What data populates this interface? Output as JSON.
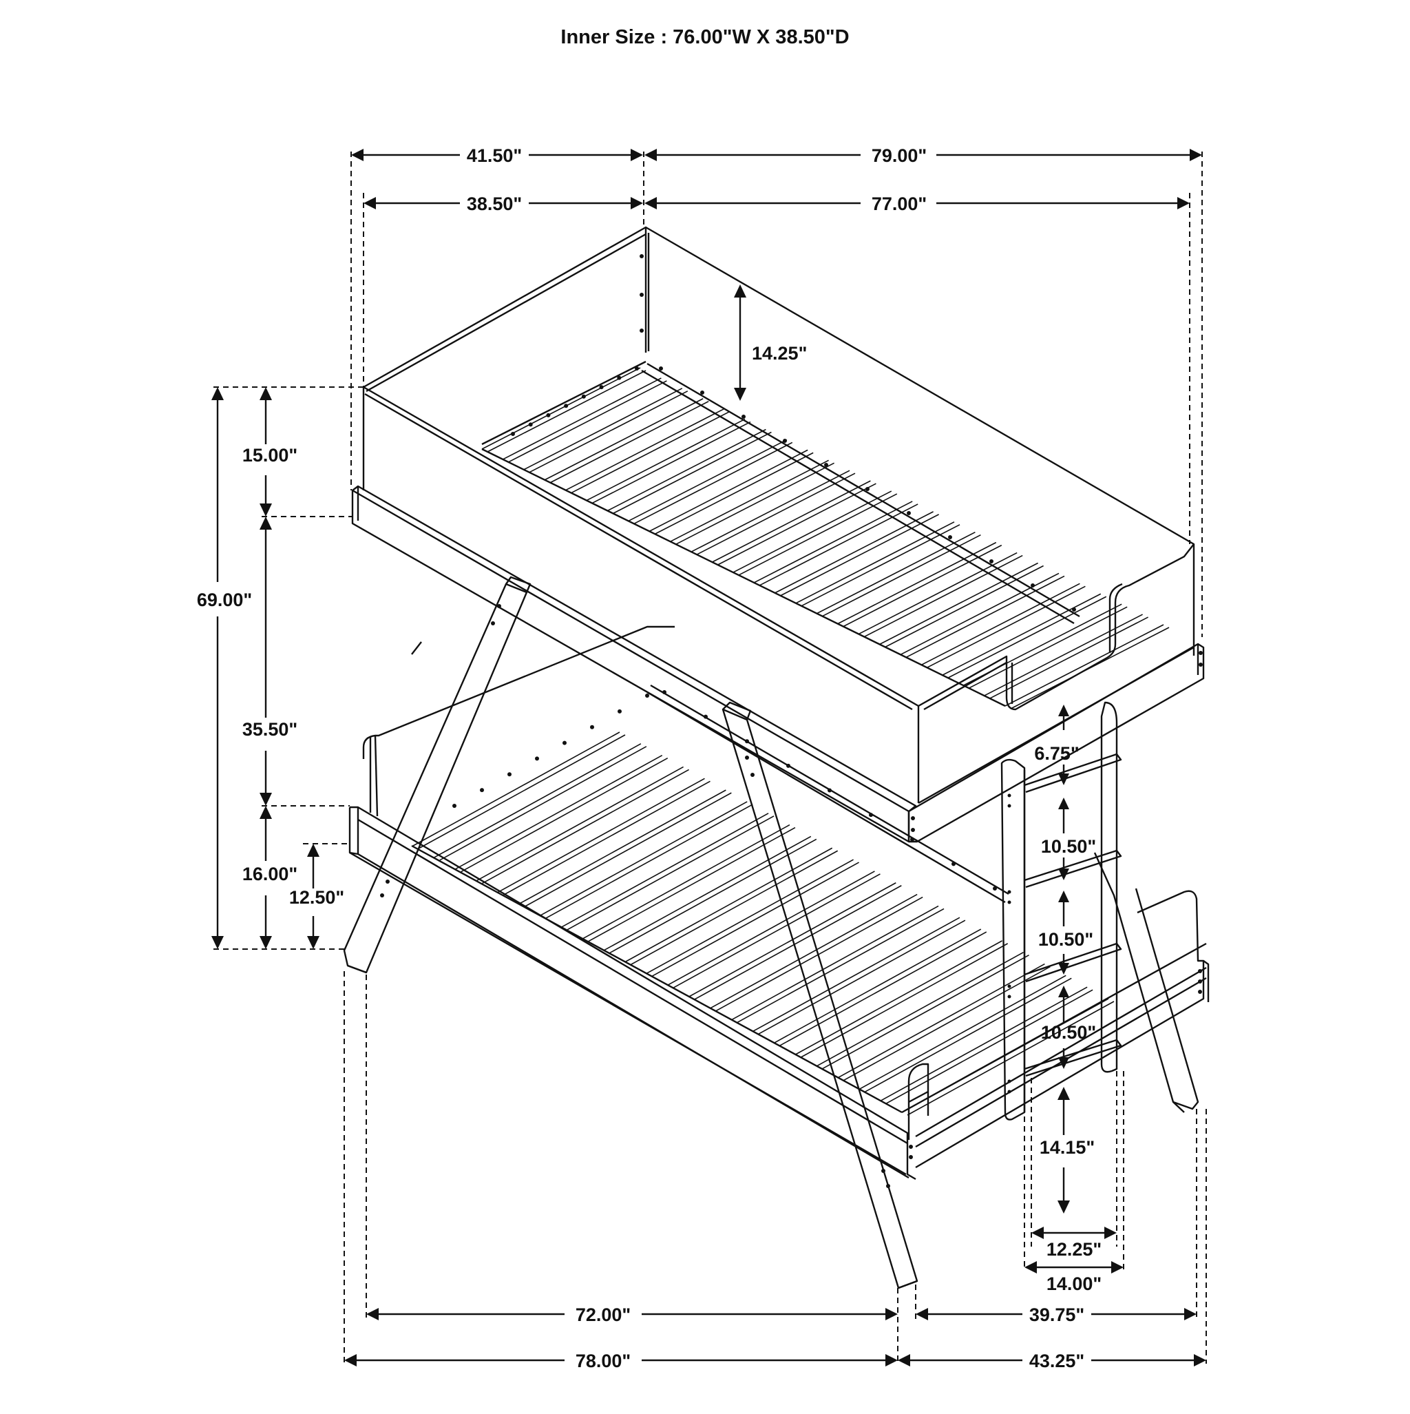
{
  "title": "Inner Size : 76.00\"W X 38.50\"D",
  "dimensions": {
    "top_width_outer": "41.50\"",
    "top_length_outer": "79.00\"",
    "top_width_inner": "38.50\"",
    "top_length_inner": "77.00\"",
    "guardrail_height": "14.25\"",
    "top_bunk_height": "15.00\"",
    "overall_height": "69.00\"",
    "bunk_clearance": "35.50\"",
    "bottom_bunk_height": "16.00\"",
    "bottom_rail_height": "12.50\"",
    "ladder_step_top": "6.75\"",
    "ladder_step_1": "10.50\"",
    "ladder_step_2": "10.50\"",
    "ladder_step_3": "10.50\"",
    "ladder_bottom": "14.15\"",
    "ladder_inner_width": "12.25\"",
    "ladder_outer_width": "14.00\"",
    "base_length_inner": "72.00\"",
    "base_width_inner": "39.75\"",
    "base_length_outer": "78.00\"",
    "base_width_outer": "43.25\""
  }
}
